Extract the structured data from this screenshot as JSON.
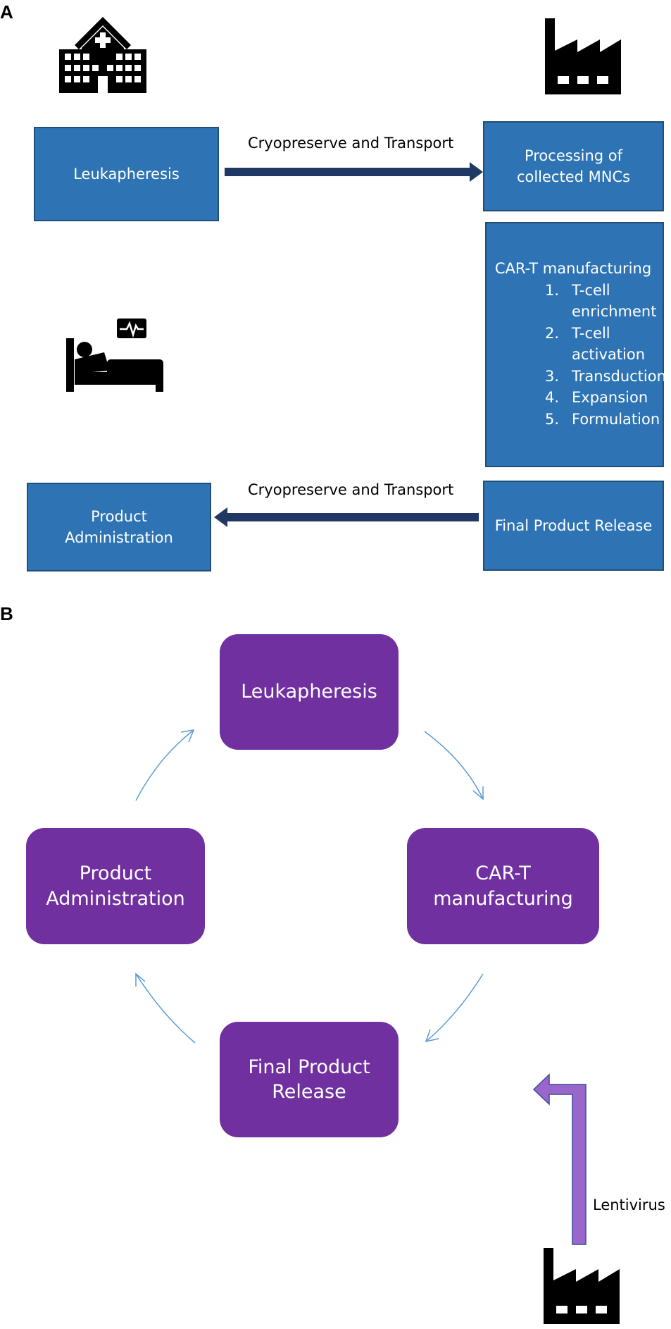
{
  "panel_a": {
    "label": "A",
    "boxes": {
      "leukapheresis": "Leukapheresis",
      "processing_line1": "Processing of",
      "processing_line2": "collected MNCs",
      "manufacturing_title": "CAR-T manufacturing",
      "steps": [
        {
          "num": "1.",
          "line1": "T-cell",
          "line2": "enrichment"
        },
        {
          "num": "2.",
          "line1": "T-cell",
          "line2": "activation"
        },
        {
          "num": "3.",
          "line1": "Transduction",
          "line2": ""
        },
        {
          "num": "4.",
          "line1": "Expansion",
          "line2": ""
        },
        {
          "num": "5.",
          "line1": "Formulation",
          "line2": ""
        }
      ],
      "final_release": "Final Product Release",
      "admin_line1": "Product",
      "admin_line2": "Administration"
    },
    "arrow_top_label": "Cryopreserve and Transport",
    "arrow_bottom_label": "Cryopreserve and Transport",
    "icons": [
      "hospital-icon",
      "factory-icon",
      "patient-bed-icon"
    ],
    "colors": {
      "box_fill": "#2e74b5",
      "box_border": "#1f4e79",
      "arrow": "#1f3864"
    }
  },
  "panel_b": {
    "label": "B",
    "boxes": {
      "leukapheresis": "Leukapheresis",
      "manufacturing_line1": "CAR-T",
      "manufacturing_line2": "manufacturing",
      "final_line1": "Final Product",
      "final_line2": "Release",
      "admin_line1": "Product",
      "admin_line2": "Administration"
    },
    "lentivirus_label": "Lentivirus",
    "icons": [
      "factory-icon"
    ],
    "colors": {
      "box_fill": "#7030a0",
      "cycle_arrow": "#5b9bd5",
      "lentivirus_arrow": "#9966cc"
    }
  }
}
